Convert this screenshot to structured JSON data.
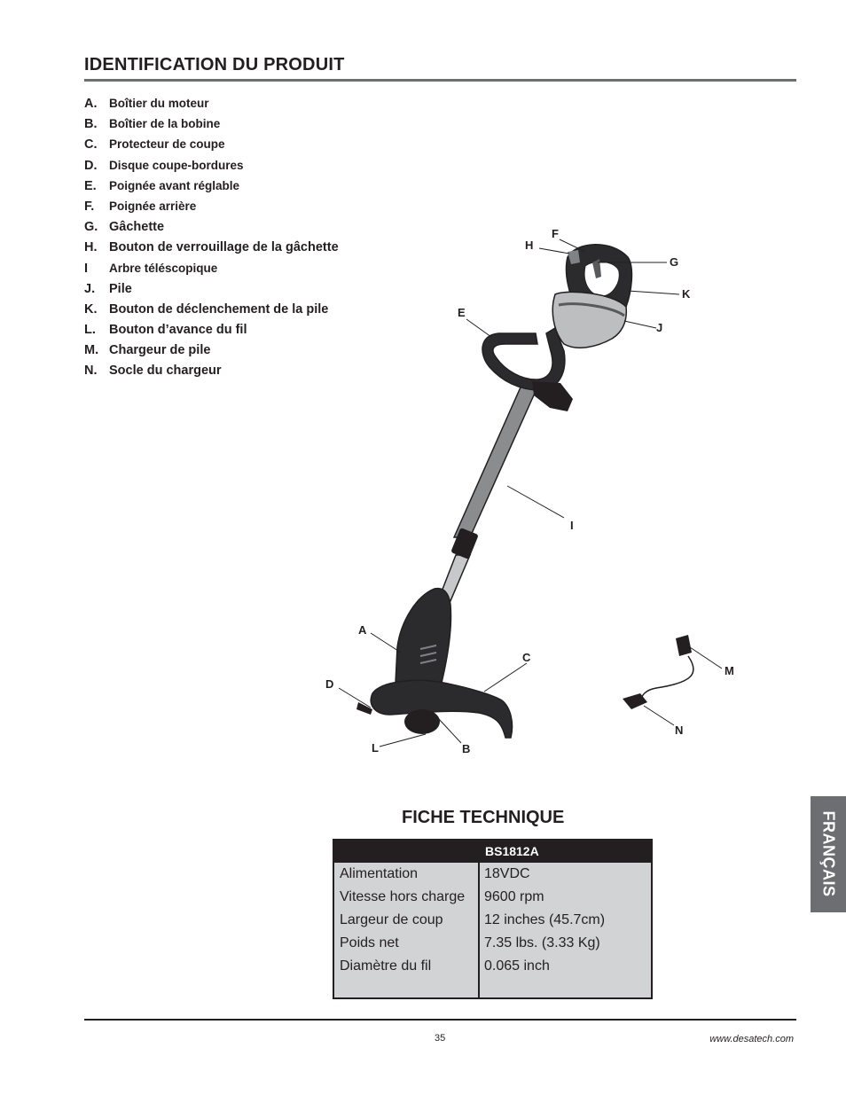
{
  "header": {
    "title": "IDENTIFICATION DU PRODUIT"
  },
  "parts": [
    {
      "letter": "A.",
      "label": "Boîtier du moteur"
    },
    {
      "letter": "B.",
      "label": "Boîtier de la bobine"
    },
    {
      "letter": "C.",
      "label": "Protecteur de coupe"
    },
    {
      "letter": "D.",
      "label": "Disque coupe-bordures"
    },
    {
      "letter": "E.",
      "label": "Poignée avant réglable"
    },
    {
      "letter": "F.",
      "label": "Poignée arrière"
    },
    {
      "letter": "G.",
      "label": "Gâchette"
    },
    {
      "letter": "H.",
      "label": "Bouton de verrouillage de la gâchette"
    },
    {
      "letter": "I",
      "label": "Arbre téléscopique"
    },
    {
      "letter": "J.",
      "label": "Pile"
    },
    {
      "letter": "K.",
      "label": "Bouton de déclenchement de la pile"
    },
    {
      "letter": "L.",
      "label": "Bouton d’avance du fil"
    },
    {
      "letter": "M.",
      "label": "Chargeur de pile"
    },
    {
      "letter": "N.",
      "label": "Socle du chargeur"
    }
  ],
  "diagram": {
    "callouts": [
      "A",
      "B",
      "C",
      "D",
      "E",
      "F",
      "G",
      "H",
      "I",
      "J",
      "K",
      "L",
      "M",
      "N"
    ]
  },
  "specs": {
    "title": "FICHE TECHNIQUE",
    "model": "BS1812A",
    "rows": [
      {
        "label": "Alimentation",
        "value": "18VDC"
      },
      {
        "label": "Vitesse hors charge",
        "value": "9600 rpm"
      },
      {
        "label": "Largeur de coup",
        "value": "12 inches (45.7cm)"
      },
      {
        "label": "Poids net",
        "value": "7.35 lbs. (3.33 Kg)"
      },
      {
        "label": "Diamètre du fil",
        "value": "0.065 inch"
      }
    ]
  },
  "side_tab": {
    "label": "FRANÇAIS"
  },
  "footer": {
    "page_number": "35",
    "website": "www.desatech.com"
  }
}
